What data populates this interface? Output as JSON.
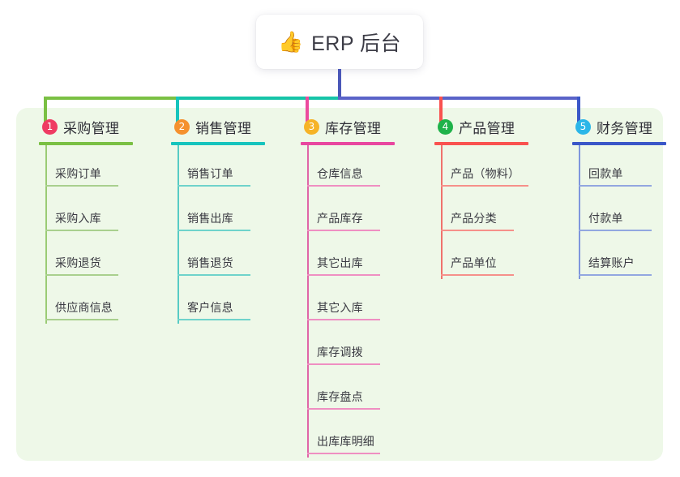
{
  "root": {
    "icon": "thumbs-up-emoji",
    "emoji": "👍",
    "title": "ERP 后台"
  },
  "palette": {
    "panel_bg": "#eef8e8",
    "page_bg": "#ffffff",
    "root_line": "#4a57b8",
    "bus_green": "#7ac043",
    "bus_teal": "#16c4a8",
    "bus_indigo": "#5a63c8",
    "text": "#3a3a42"
  },
  "columns": [
    {
      "index": "1",
      "title": "采购管理",
      "badge_color": "#ef3b63",
      "accent": "#7ac043",
      "leaf_accent": "#a9d08e",
      "spine_color": "#9acb74",
      "stub_color": "#7ac043",
      "items": [
        {
          "label": "采购订单"
        },
        {
          "label": "采购入库"
        },
        {
          "label": "采购退货"
        },
        {
          "label": "供应商信息"
        }
      ]
    },
    {
      "index": "2",
      "title": "销售管理",
      "badge_color": "#f5912e",
      "accent": "#16c4bd",
      "leaf_accent": "#6fd3cb",
      "spine_color": "#57cbc4",
      "stub_color": "#16c4bd",
      "items": [
        {
          "label": "销售订单"
        },
        {
          "label": "销售出库"
        },
        {
          "label": "销售退货"
        },
        {
          "label": "客户信息"
        }
      ]
    },
    {
      "index": "3",
      "title": "库存管理",
      "badge_color": "#f6b327",
      "accent": "#e8479f",
      "leaf_accent": "#ef8fc2",
      "spine_color": "#e065a7",
      "stub_color": "#ec4a9e",
      "items": [
        {
          "label": "仓库信息"
        },
        {
          "label": "产品库存"
        },
        {
          "label": "其它出库"
        },
        {
          "label": "其它入库"
        },
        {
          "label": "库存调拨"
        },
        {
          "label": "库存盘点"
        },
        {
          "label": "出库库明细"
        }
      ]
    },
    {
      "index": "4",
      "title": "产品管理",
      "badge_color": "#1fb24a",
      "accent": "#f9524f",
      "leaf_accent": "#f6908a",
      "spine_color": "#f0726c",
      "stub_color": "#f9524f",
      "items": [
        {
          "label": "产品（物料）",
          "wide": true
        },
        {
          "label": "产品分类"
        },
        {
          "label": "产品单位"
        }
      ]
    },
    {
      "index": "5",
      "title": "财务管理",
      "badge_color": "#2bb6e8",
      "accent": "#3a57c8",
      "leaf_accent": "#92a7e0",
      "spine_color": "#7f96dc",
      "stub_color": "#3a57c8",
      "items": [
        {
          "label": "回款单"
        },
        {
          "label": "付款单"
        },
        {
          "label": "结算账户"
        }
      ]
    }
  ]
}
